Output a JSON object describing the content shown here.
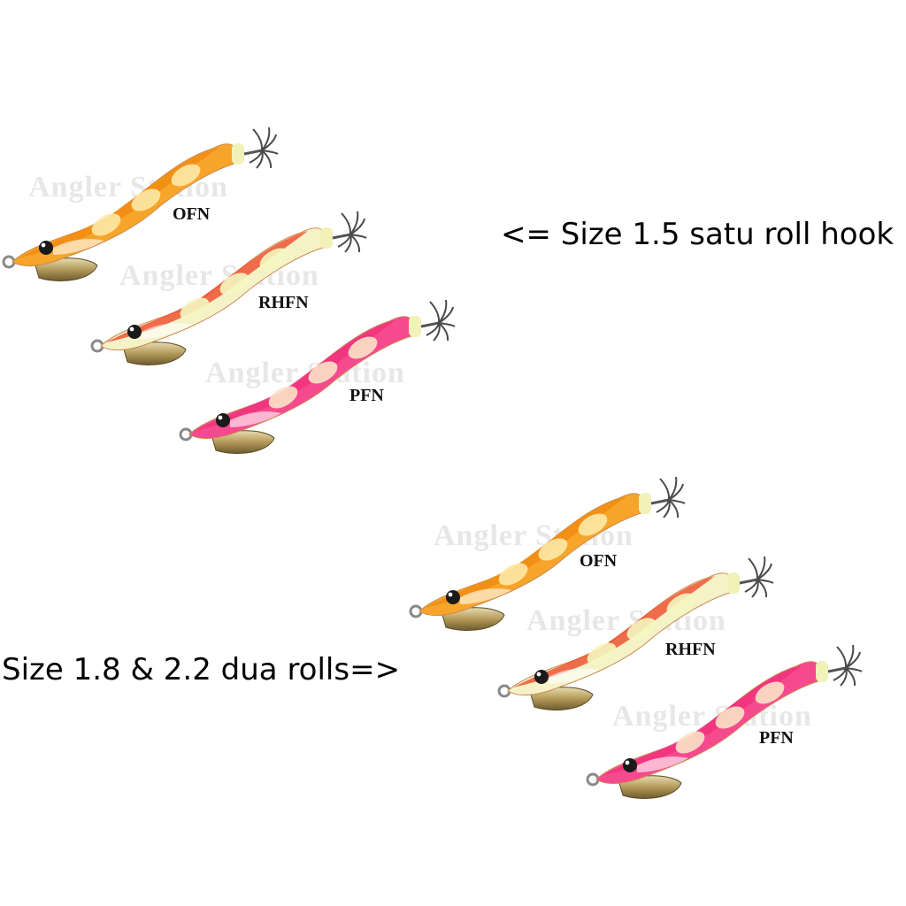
{
  "captions": {
    "top": "<= Size 1.5 satu roll hook",
    "bottom": "Size 1.8 & 2.2 dua rolls=>"
  },
  "watermark_text": "Angler Station",
  "groups": [
    {
      "name": "upper-group",
      "lures": [
        {
          "code": "OFN",
          "body_color": "#f7a52a",
          "back_color": "#f08a10",
          "belly_color": "#fde9a6"
        },
        {
          "code": "RHFN",
          "body_color": "#f6f2c8",
          "back_color": "#ee4a2a",
          "belly_color": "#f4f7c0"
        },
        {
          "code": "PFN",
          "body_color": "#f64a8e",
          "back_color": "#f0307a",
          "belly_color": "#fbe3c6"
        }
      ]
    },
    {
      "name": "lower-group",
      "lures": [
        {
          "code": "OFN",
          "body_color": "#f7a52a",
          "back_color": "#f08a10",
          "belly_color": "#fde9a6"
        },
        {
          "code": "RHFN",
          "body_color": "#f6f2c8",
          "back_color": "#ee4a2a",
          "belly_color": "#f4f7c0"
        },
        {
          "code": "PFN",
          "body_color": "#f64a8e",
          "back_color": "#f0307a",
          "belly_color": "#fbe3c6"
        }
      ]
    }
  ]
}
